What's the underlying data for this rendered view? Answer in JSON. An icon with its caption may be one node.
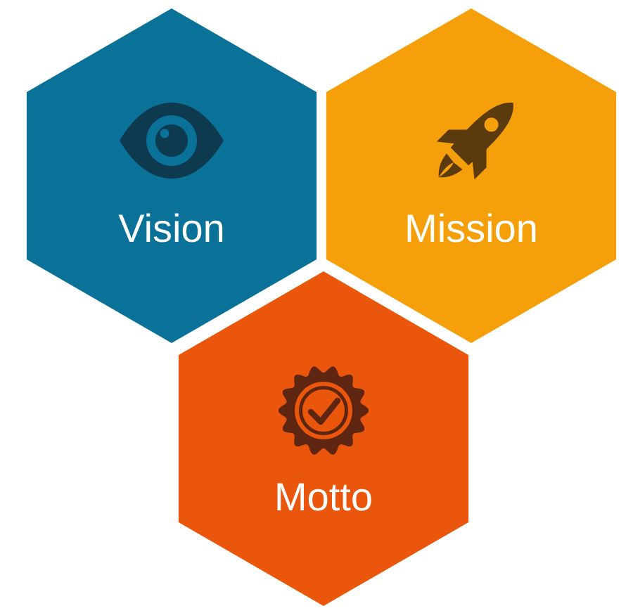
{
  "diagram": {
    "nodes": [
      {
        "text": [
          "Vision"
        ]
      },
      {
        "text": [
          "Mission"
        ]
      },
      {
        "text": [
          "Motto"
        ]
      }
    ]
  }
}
